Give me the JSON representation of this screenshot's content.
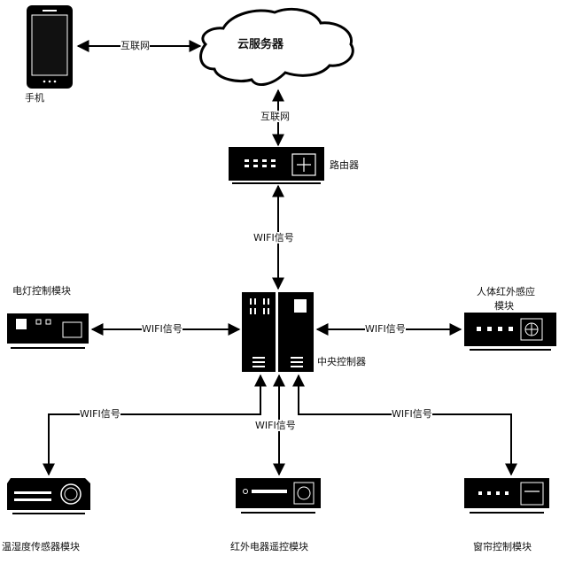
{
  "diagram": {
    "nodes": {
      "phone": {
        "label": "手机",
        "icon": "smartphone-icon"
      },
      "cloud": {
        "label": "云服务器",
        "icon": "cloud-icon"
      },
      "router": {
        "label": "路由器",
        "icon": "router-icon"
      },
      "central": {
        "label": "中央控制器",
        "icon": "server-icon"
      },
      "light": {
        "label": "电灯控制模块",
        "icon": "device-icon"
      },
      "pir": {
        "label_line1": "人体红外感应",
        "label_line2": "模块",
        "icon": "device-icon"
      },
      "temp": {
        "label": "温湿度传感器模块",
        "icon": "device-icon"
      },
      "ir": {
        "label": "红外电器遥控模块",
        "icon": "device-icon"
      },
      "curtain": {
        "label": "窗帘控制模块",
        "icon": "device-icon"
      }
    },
    "edges": {
      "phone_cloud": "互联网",
      "cloud_router": "互联网",
      "router_central": "WIFI信号",
      "light_central": "WIFI信号",
      "pir_central": "WIFI信号",
      "temp_central": "WIFI信号",
      "ir_central": "WIFI信号",
      "curtain_central": "WIFI信号"
    }
  }
}
